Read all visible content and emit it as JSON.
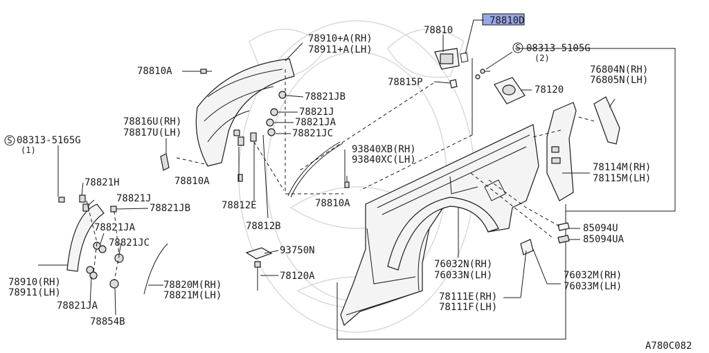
{
  "diagram_id": "A780C082",
  "labels": {
    "l78810D": "78810D",
    "l78810": "78810",
    "l78815P": "78815P",
    "l08313_5105G": "08313-5105G",
    "l08313_5105G_qty": "(2)",
    "l78120": "78120",
    "l76804N": "76804N(RH)",
    "l76805N": "76805N(LH)",
    "l78114M": "78114M(RH)",
    "l78115M": "78115M(LH)",
    "l85094U": "85094U",
    "l85094UA": "85094UA",
    "l76032M": "76032M(RH)",
    "l76033M": "76033M(LH)",
    "l76032N": "76032N(RH)",
    "l76033N": "76033N(LH)",
    "l78111E": "78111E(RH)",
    "l78111F": "78111F(LH)",
    "l93840XB": "93840XB(RH)",
    "l93840XC": "93840XC(LH)",
    "l78810A_c": "78810A",
    "l93750N": "93750N",
    "l78120A": "78120A",
    "l78820M": "78820M(RH)",
    "l78821M": "78821M(LH)",
    "l78910A": "78910+A(RH)",
    "l78911A": "78911+A(LH)",
    "l78810A_t": "78810A",
    "l78821JB_t": "78821JB",
    "l78821J_t": "78821J",
    "l78821JA_t": "78821JA",
    "l78821JC_t": "78821JC",
    "l78816U": "78816U(RH)",
    "l78817U": "78817U(LH)",
    "l78810A_m": "78810A",
    "l78812E": "78812E",
    "l78812B": "78812B",
    "l08313_5165G": "08313-5165G",
    "l08313_5165G_qty": "(1)",
    "l78821H": "78821H",
    "l78821J_b": "78821J",
    "l78821JB_b": "78821JB",
    "l78821JA_b": "78821JA",
    "l78821JC_b": "78821JC",
    "l78910": "78910(RH)",
    "l78911": "78911(LH)",
    "l78821JA_c": "78821JA",
    "l78854B": "78854B",
    "s_symbol_1": "S",
    "s_symbol_2": "S"
  },
  "highlight_color": "#9aa7e6"
}
